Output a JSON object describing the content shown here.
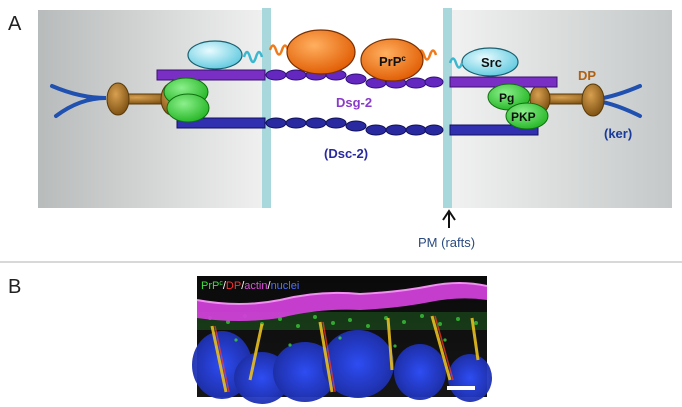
{
  "panel_a": {
    "label": "A",
    "molecules": {
      "prpc": "PrP",
      "prpc_sup": "c",
      "src": "Src",
      "pg": "Pg",
      "pkp": "PKP",
      "dp": "DP",
      "ker": "(ker)",
      "dsg2": "Dsg-2",
      "dsc2": "(Dsc-2)"
    },
    "membrane_note": "PM (rafts)",
    "colors": {
      "cyan": "#7fd8e8",
      "orange": "#f07a1a",
      "purple": "#7a2fc4",
      "navy": "#2a2aa0",
      "green": "#38d038",
      "brown": "#9a6a1c",
      "keratin": "#2050b0",
      "membrane": "#a8d8dc"
    }
  },
  "panel_b": {
    "label": "B",
    "legend": [
      {
        "text": "PrP",
        "color": "#40e040"
      },
      {
        "text": "c",
        "color": "#40e040",
        "superscript": true
      },
      {
        "text": "/",
        "color": "#ffffff"
      },
      {
        "text": "DP",
        "color": "#ff3030"
      },
      {
        "text": "/",
        "color": "#ffffff"
      },
      {
        "text": "actin",
        "color": "#e050e0"
      },
      {
        "text": "/",
        "color": "#ffffff"
      },
      {
        "text": "nuclei",
        "color": "#4060ff"
      }
    ]
  }
}
